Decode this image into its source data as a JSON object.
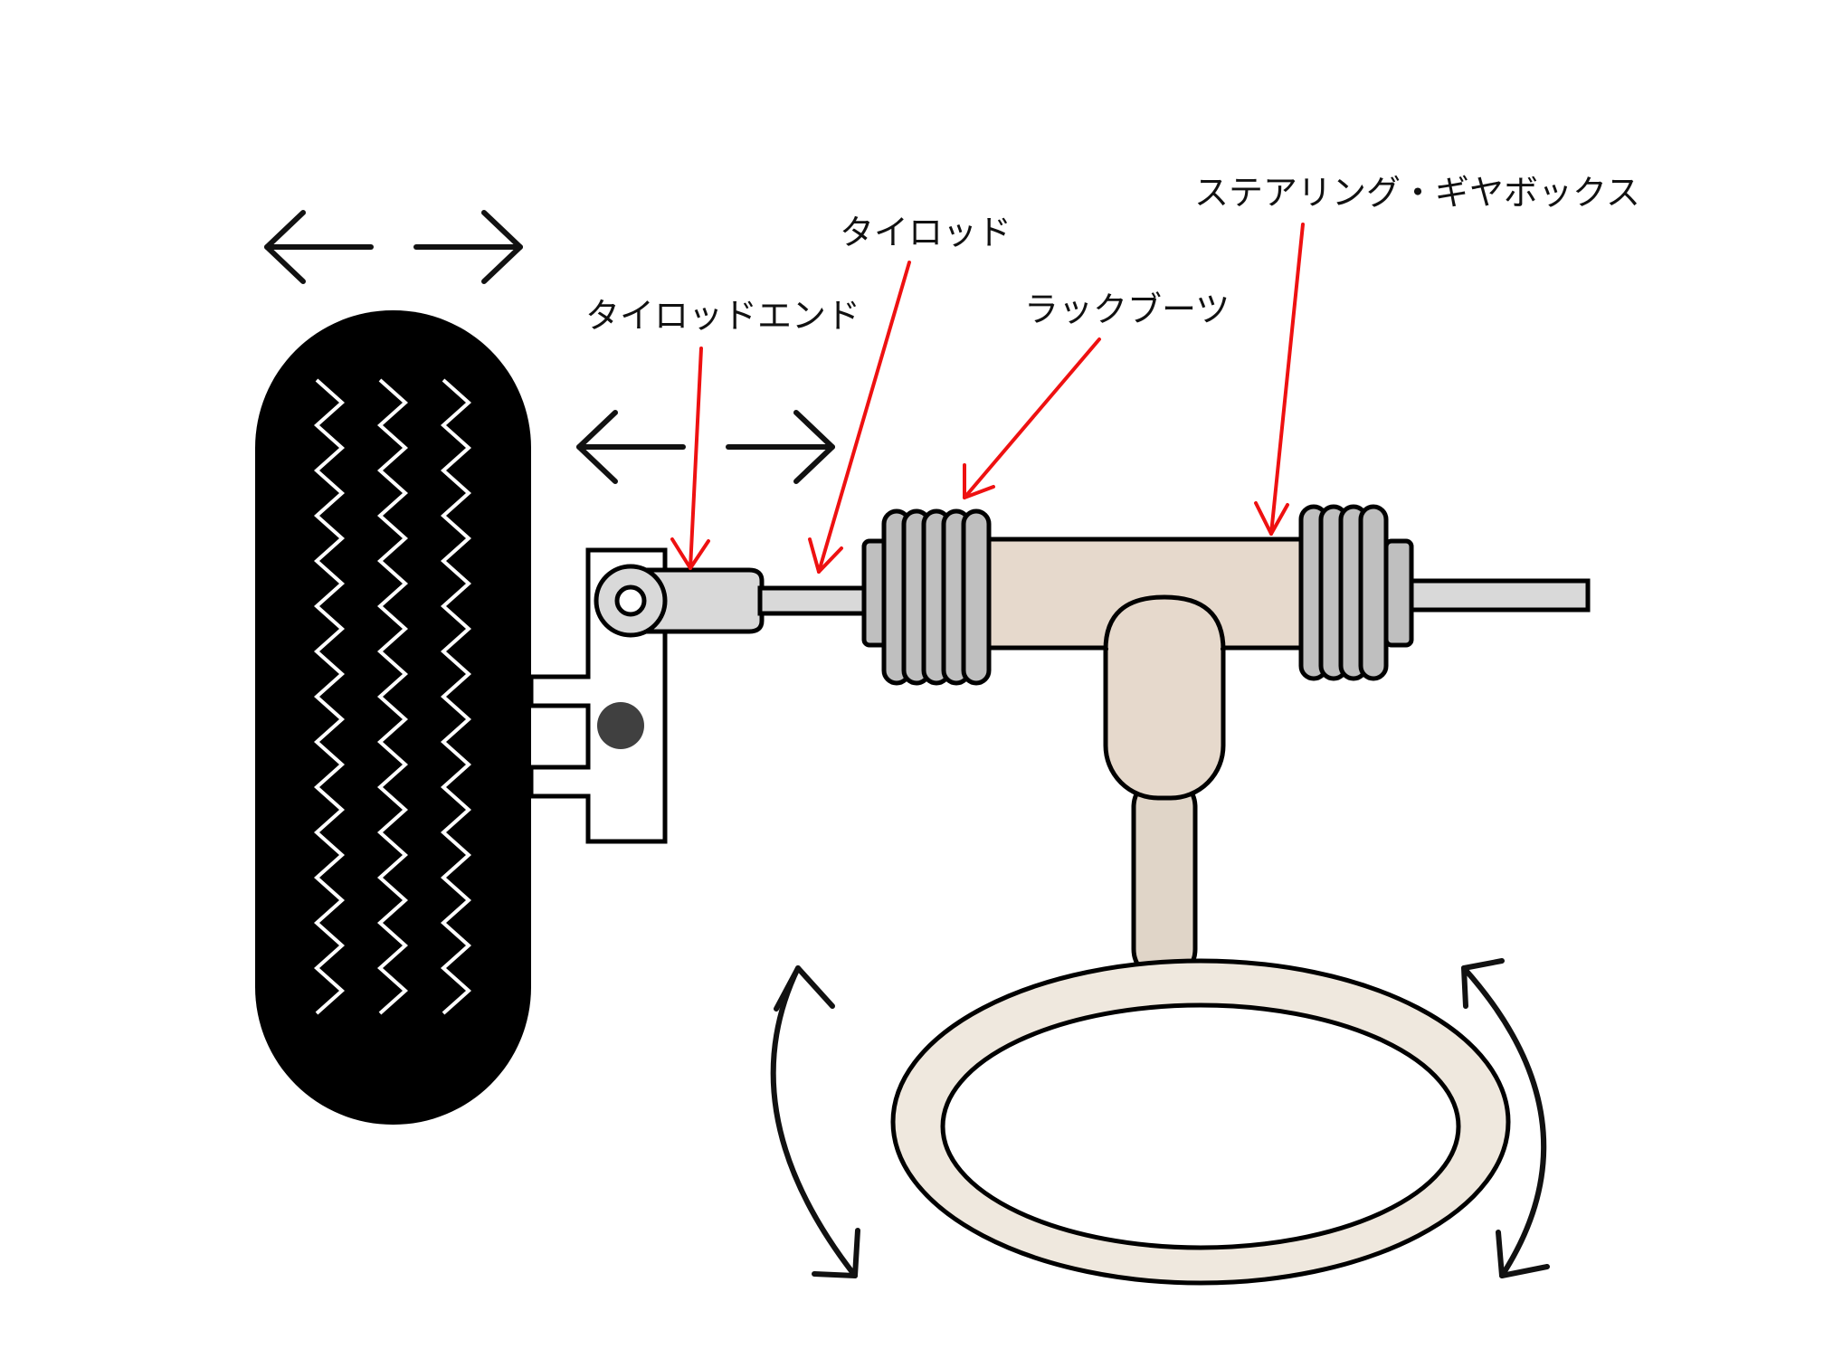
{
  "labels": {
    "tie_rod_end": "タイロッドエンド",
    "tie_rod": "タイロッド",
    "rack_boots": "ラックブーツ",
    "steering_gearbox": "ステアリング・ギヤボックス"
  },
  "colors": {
    "tire": "#000000",
    "tread": "#ffffff",
    "housing": "#e6d9cc",
    "shaft": "#e0d5c8",
    "boot": "#bfbfbf",
    "rod": "#d9d9d9",
    "leader_line": "#ee1111",
    "motion_arrow": "#111111"
  },
  "icons": {
    "wheel_motion": "double-arrow-horizontal-icon",
    "rod_motion": "double-arrow-horizontal-icon",
    "wheel_rotation": "curved-arrow-icon"
  }
}
